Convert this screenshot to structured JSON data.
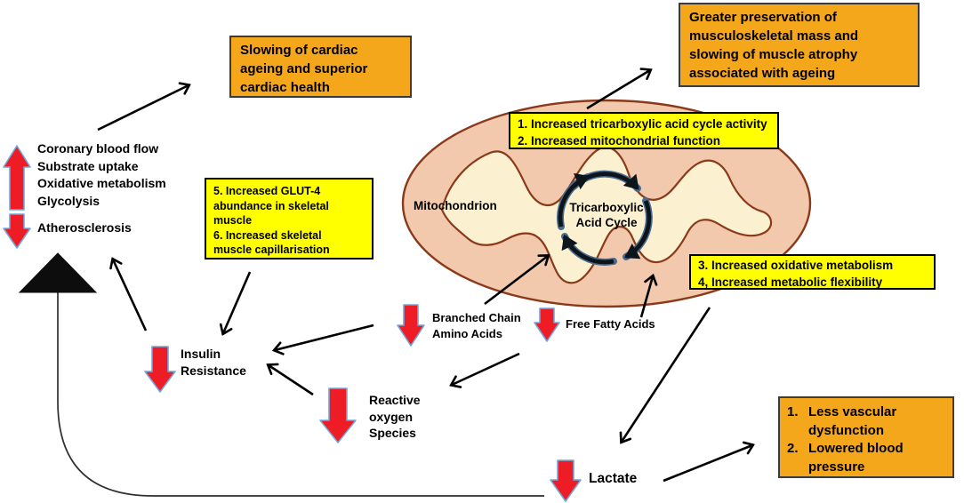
{
  "boxes": {
    "cardiac": {
      "lines": [
        "Slowing of cardiac",
        "ageing and superior",
        "cardiac health"
      ]
    },
    "musculoskeletal": {
      "lines": [
        "Greater preservation of",
        "musculoskeletal mass and",
        "slowing of muscle atrophy",
        "associated with ageing"
      ]
    },
    "vascular": {
      "items": [
        {
          "num": "1.",
          "line1": "Less vascular",
          "line2": "dysfunction"
        },
        {
          "num": "2.",
          "line1": "Lowered blood",
          "line2": "pressure"
        }
      ]
    },
    "tca_box": {
      "lines": [
        "1. Increased tricarboxylic acid cycle activity",
        "2. Increased mitochondrial function"
      ]
    },
    "glut4_box": {
      "lines": [
        "5. Increased GLUT-4",
        "abundance in skeletal",
        "muscle",
        "6. Increased skeletal",
        "muscle capillarisation"
      ]
    },
    "oxidative_box": {
      "lines": [
        "3. Increased oxidative metabolism",
        "4, Increased metabolic flexibility"
      ]
    }
  },
  "labels": {
    "cardiac_effects": [
      "Coronary blood flow",
      "Substrate uptake",
      "Oxidative metabolism",
      "Glycolysis"
    ],
    "atherosclerosis": "Atherosclerosis",
    "insulin_resistance": [
      "Insulin",
      "Resistance"
    ],
    "reactive_oxygen_species": [
      "Reactive",
      "oxygen",
      "Species"
    ],
    "branched_chain": [
      "Branched Chain",
      "Amino Acids"
    ],
    "free_fatty_acids": "Free Fatty Acids",
    "lactate": "Lactate",
    "mitochondrion": "Mitochondrion",
    "tca_cycle": [
      "Tricarboxylic",
      "Acid Cycle"
    ]
  },
  "colors": {
    "orange_box": "#F5A71B",
    "yellow_box": "#FFFF00",
    "red_arrow": "#EE1C25",
    "red_arrow_outline": "#6FA8DC",
    "mito_fill": "#F2C9AC",
    "mito_border": "#8A3A1B",
    "matrix_fill": "#FBF1D0"
  }
}
